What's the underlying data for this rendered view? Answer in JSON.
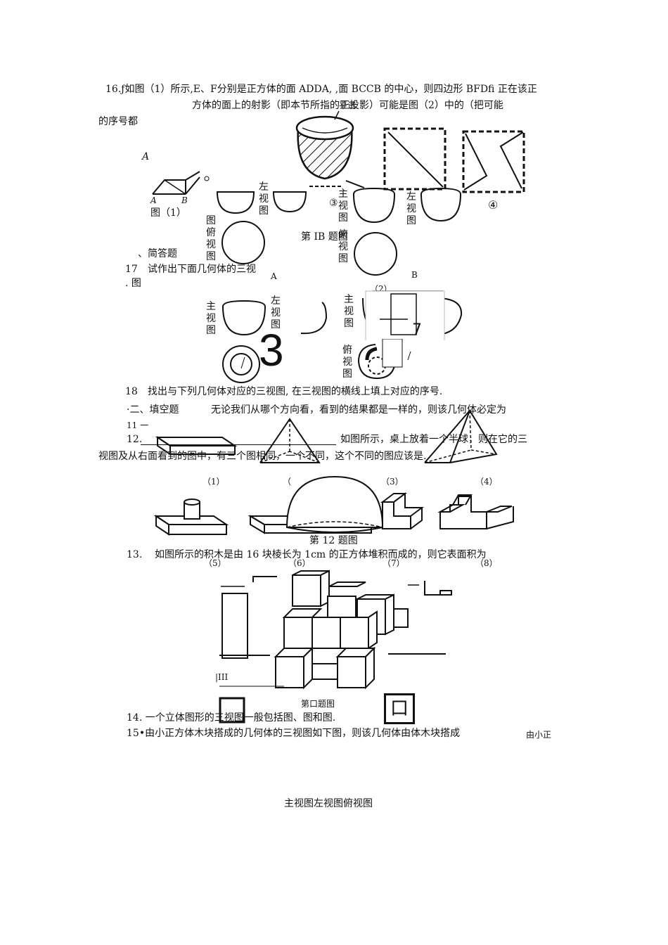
{
  "q16": {
    "line1": "16.ƒ如图（1）所示,E、F分别是正方体的面 ADDA, ,面 BCCB 的中心，则四边形 BFDfi 正在该正",
    "line2": "方体的面上的射影（即本节所指的正投影）可能是图（2）中的（把可能",
    "line3": "的序号都",
    "label_A": "A",
    "label_A2": "A",
    "label_B": "B",
    "fig1_caption": "图（1）",
    "fig2_caption": "（2）",
    "num3": "③",
    "num4": "④",
    "caption18": "第 IB 题图",
    "fig_label_top": "平试"
  },
  "sec_jianda": "、简答题",
  "q17": {
    "num": "17",
    "text": "试作出下面几何体的三视",
    "text2": ". 图",
    "label_B": "B",
    "label_A": "A"
  },
  "views": {
    "zuo": "左视图",
    "zhu": "主视图",
    "fu": "俯视图",
    "fu_partial": "图俯视图",
    "zhu_partial": "主视"
  },
  "big_digit": "3",
  "q18": {
    "num": "18",
    "text": "找出与下列几何体对应的三视图, 在三视图的横线上填上对应的序号."
  },
  "sec_tiankong": "·二、填空题",
  "q11": {
    "num": "11 一",
    "text": "无论我们从哪个方向看，看到的结果都是一样的，则该几何体必定为"
  },
  "q12": {
    "num": "12.",
    "text1": "如图所示，桌上放着一个半球，则在它的三",
    "text2": "视图及从右面看到的图中，有三个图相同，一个不同，这个不同的图应该是.",
    "caption": "第 12 题图"
  },
  "fig_numbers_top": [
    "（1）",
    "（",
    "（3）",
    "（4）"
  ],
  "fig_numbers_bottom": [
    "（5）",
    "（6）",
    "（7）",
    "（8）"
  ],
  "q13": {
    "num": "13.",
    "text": "如图所示的积木是由 16 块棱长为 1cm 的正方体堆积而成的，则它表面积为",
    "caption": "第口题图",
    "side_mark": "|III"
  },
  "q14": {
    "text": "14.  一个立体图形的三视图一般包括图、图和图."
  },
  "q15": {
    "text": "15•由小正方体木块搭成的几何体的三视图如下图，则该几何体由体木块搭成",
    "tail": "由小正",
    "boxed_glyph": "口"
  },
  "bottom_caption": "主视图左视图俯视图"
}
